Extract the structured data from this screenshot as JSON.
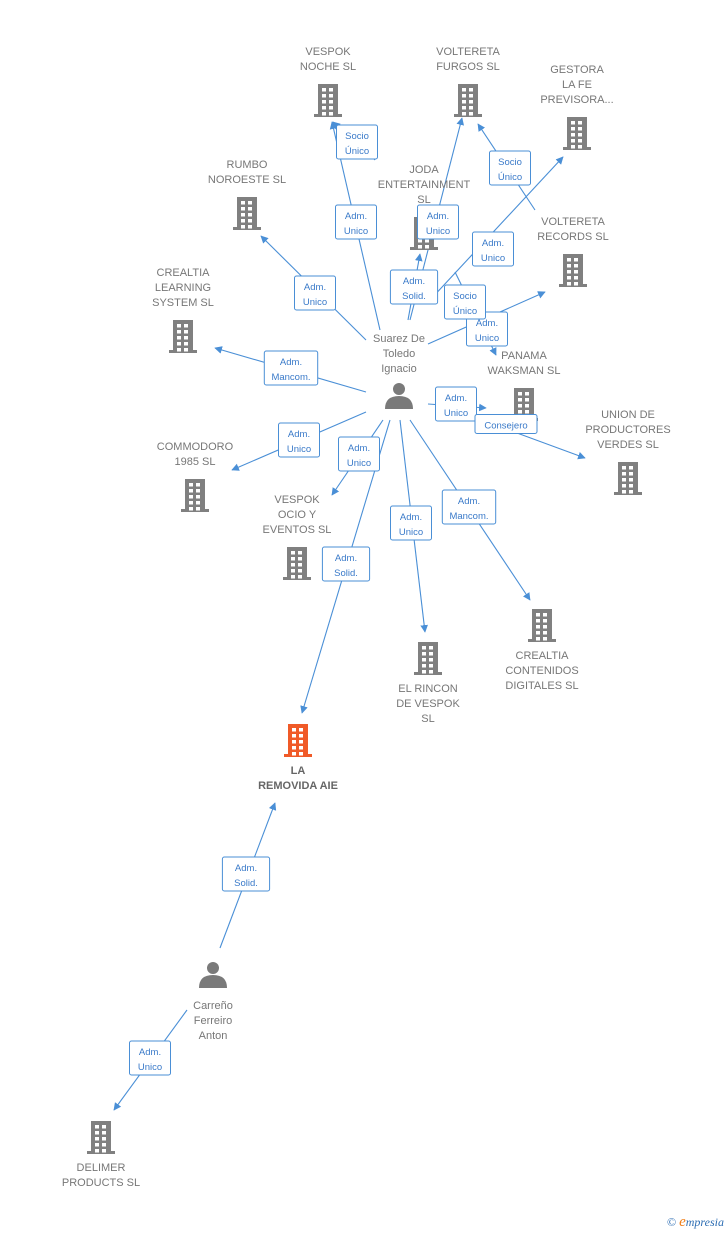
{
  "colors": {
    "edge": "#4a8fd6",
    "building": "#808080",
    "highlight": "#f05a28",
    "person": "#7a7a7a"
  },
  "nodes": [
    {
      "id": "vespok_noche",
      "kind": "building",
      "label": [
        "VESPOK",
        "NOCHE  SL"
      ]
    },
    {
      "id": "voltereta_furgos",
      "kind": "building",
      "label": [
        "VOLTERETA",
        "FURGOS  SL"
      ]
    },
    {
      "id": "gestora",
      "kind": "building",
      "label": [
        "GESTORA",
        "LA FE",
        "PREVISORA..."
      ]
    },
    {
      "id": "rumbo",
      "kind": "building",
      "label": [
        "RUMBO",
        "NOROESTE  SL"
      ]
    },
    {
      "id": "joda",
      "kind": "building",
      "label": [
        "JODA",
        "ENTERTAINMENT",
        "SL"
      ]
    },
    {
      "id": "voltereta_records",
      "kind": "building",
      "label": [
        "VOLTERETA",
        "RECORDS  SL"
      ]
    },
    {
      "id": "crealtia_learning",
      "kind": "building",
      "label": [
        "CREALTIA",
        "LEARNING",
        "SYSTEM  SL"
      ]
    },
    {
      "id": "suarez",
      "kind": "person",
      "label": [
        "Suarez De",
        "Toledo",
        "Ignacio"
      ]
    },
    {
      "id": "panama",
      "kind": "building",
      "label": [
        "PANAMA",
        "WAKSMAN  SL"
      ]
    },
    {
      "id": "union",
      "kind": "building",
      "label": [
        "UNION DE",
        "PRODUCTORES",
        "VERDES  SL"
      ]
    },
    {
      "id": "commodoro",
      "kind": "building",
      "label": [
        "COMMODORO",
        "1985  SL"
      ]
    },
    {
      "id": "vespok_ocio",
      "kind": "building",
      "label": [
        "VESPOK",
        "OCIO Y",
        "EVENTOS  SL"
      ]
    },
    {
      "id": "crealtia_contenidos",
      "kind": "building",
      "label": [
        "CREALTIA",
        "CONTENIDOS",
        "DIGITALES  SL"
      ]
    },
    {
      "id": "el_rincon",
      "kind": "building",
      "label": [
        "EL RINCON",
        "DE VESPOK",
        "SL"
      ]
    },
    {
      "id": "la_removida",
      "kind": "building",
      "main": true,
      "label": [
        "LA",
        "REMOVIDA AIE"
      ]
    },
    {
      "id": "carreno",
      "kind": "person",
      "label": [
        "Carreño",
        "Ferreiro",
        "Anton"
      ]
    },
    {
      "id": "delimer",
      "kind": "building",
      "label": [
        "DELIMER",
        "PRODUCTS SL"
      ]
    }
  ],
  "edges": [
    {
      "from": "suarez",
      "to": "vespok_noche",
      "label": [
        "Adm.",
        "Unico"
      ]
    },
    {
      "from": "suarez",
      "to": "vespok_noche",
      "label": [
        "Socio",
        "Único"
      ]
    },
    {
      "from": "suarez",
      "to": "voltereta_furgos",
      "label": [
        "Adm.",
        "Unico"
      ]
    },
    {
      "from": "suarez",
      "to": "voltereta_furgos",
      "label": [
        "Socio",
        "Único"
      ]
    },
    {
      "from": "suarez",
      "to": "gestora",
      "label": [
        "Adm.",
        "Unico"
      ]
    },
    {
      "from": "suarez",
      "to": "rumbo",
      "label": [
        "Adm.",
        "Unico"
      ]
    },
    {
      "from": "suarez",
      "to": "joda",
      "label": [
        "Adm.",
        "Solid."
      ]
    },
    {
      "from": "suarez",
      "to": "voltereta_records",
      "label": [
        "Adm.",
        "Unico"
      ]
    },
    {
      "from": "suarez",
      "to": "voltereta_records",
      "label": [
        "Socio",
        "Único"
      ]
    },
    {
      "from": "suarez",
      "to": "crealtia_learning",
      "label": [
        "Adm.",
        "Mancom."
      ]
    },
    {
      "from": "suarez",
      "to": "panama",
      "label": [
        "Adm.",
        "Unico"
      ]
    },
    {
      "from": "suarez",
      "to": "union",
      "label": [
        "Consejero"
      ]
    },
    {
      "from": "suarez",
      "to": "commodoro",
      "label": [
        "Adm.",
        "Unico"
      ]
    },
    {
      "from": "suarez",
      "to": "vespok_ocio",
      "label": [
        "Adm.",
        "Unico"
      ]
    },
    {
      "from": "suarez",
      "to": "crealtia_contenidos",
      "label": [
        "Adm.",
        "Mancom."
      ]
    },
    {
      "from": "suarez",
      "to": "el_rincon",
      "label": [
        "Adm.",
        "Unico"
      ]
    },
    {
      "from": "suarez",
      "to": "la_removida",
      "label": [
        "Adm.",
        "Solid."
      ]
    },
    {
      "from": "carreno",
      "to": "la_removida",
      "label": [
        "Adm.",
        "Solid."
      ]
    },
    {
      "from": "carreno",
      "to": "delimer",
      "label": [
        "Adm.",
        "Unico"
      ]
    }
  ],
  "watermark": {
    "copyright": "©",
    "brand_initial": "e",
    "brand_rest": "mpresia"
  }
}
